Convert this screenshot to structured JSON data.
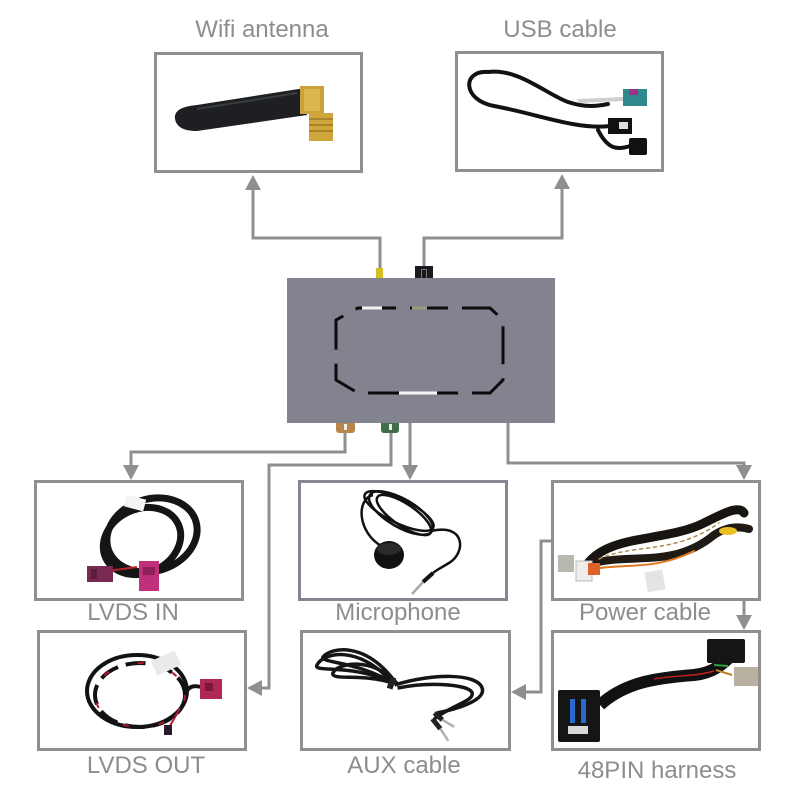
{
  "diagram": {
    "main_unit": {
      "name": "interface-box",
      "ports_top": [
        "wifi-port",
        "usb-port"
      ],
      "ports_bottom": [
        "lvds-in-port",
        "lvds-out-port"
      ]
    },
    "components": {
      "wifi_antenna": {
        "label": "Wifi antenna",
        "image": "wifi-antenna-image"
      },
      "usb_cable": {
        "label": "USB cable",
        "image": "usb-cable-image"
      },
      "lvds_in": {
        "label": "LVDS IN",
        "image": "lvds-in-cable-image"
      },
      "microphone": {
        "label": "Microphone",
        "image": "microphone-image"
      },
      "power_cable": {
        "label": "Power cable",
        "image": "power-cable-image"
      },
      "lvds_out": {
        "label": "LVDS OUT",
        "image": "lvds-out-cable-image"
      },
      "aux_cable": {
        "label": "AUX cable",
        "image": "aux-cable-image"
      },
      "harness_48pin": {
        "label": "48PIN harness",
        "image": "48pin-harness-image"
      }
    },
    "connections": [
      {
        "from": "main_unit",
        "to": "wifi_antenna"
      },
      {
        "from": "main_unit",
        "to": "usb_cable"
      },
      {
        "from": "main_unit",
        "to": "lvds_in"
      },
      {
        "from": "main_unit",
        "to": "lvds_out"
      },
      {
        "from": "main_unit",
        "to": "microphone"
      },
      {
        "from": "main_unit",
        "to": "power_cable"
      },
      {
        "from": "power_cable",
        "to": "harness_48pin"
      },
      {
        "from": "power_cable",
        "to": "aux_cable"
      }
    ]
  },
  "colors": {
    "line": "#8f8f8f",
    "label": "#8d8d8d",
    "main_unit": "#83838f",
    "wifi_port": "#d4c020",
    "usb_port": "#1a1a1e",
    "lvds_in_port": "#b8864a",
    "lvds_out_port": "#3f6e4a"
  }
}
